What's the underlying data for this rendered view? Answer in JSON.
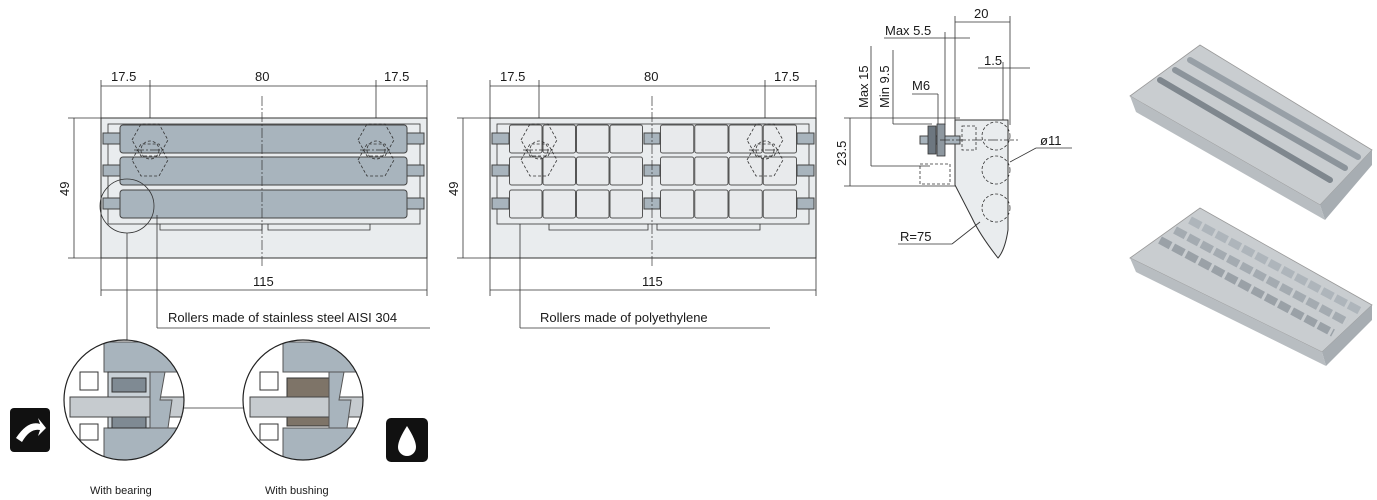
{
  "front_steel": {
    "dim_left": "17.5",
    "dim_mid": "80",
    "dim_right": "17.5",
    "dim_height": "49",
    "dim_width": "115",
    "note": "Rollers made of stainless steel AISI 304"
  },
  "front_pe": {
    "dim_left": "17.5",
    "dim_mid": "80",
    "dim_right": "17.5",
    "dim_height": "49",
    "dim_width": "115",
    "note": "Rollers made of polyethylene"
  },
  "side_view": {
    "dim_top": "20",
    "dim_max55": "Max 5.5",
    "dim_15": "1.5",
    "dim_max15": "Max 15",
    "dim_min95": "Min 9.5",
    "dim_m6": "M6",
    "dim_235": "23.5",
    "dim_diam": "ø11",
    "dim_radius": "R=75"
  },
  "details": {
    "bearing_caption": "With bearing",
    "bushing_caption": "With bushing"
  },
  "colors": {
    "steel_roller": "#a8b4bd",
    "body": "#e9ecee",
    "bushing": "#7e7468"
  }
}
